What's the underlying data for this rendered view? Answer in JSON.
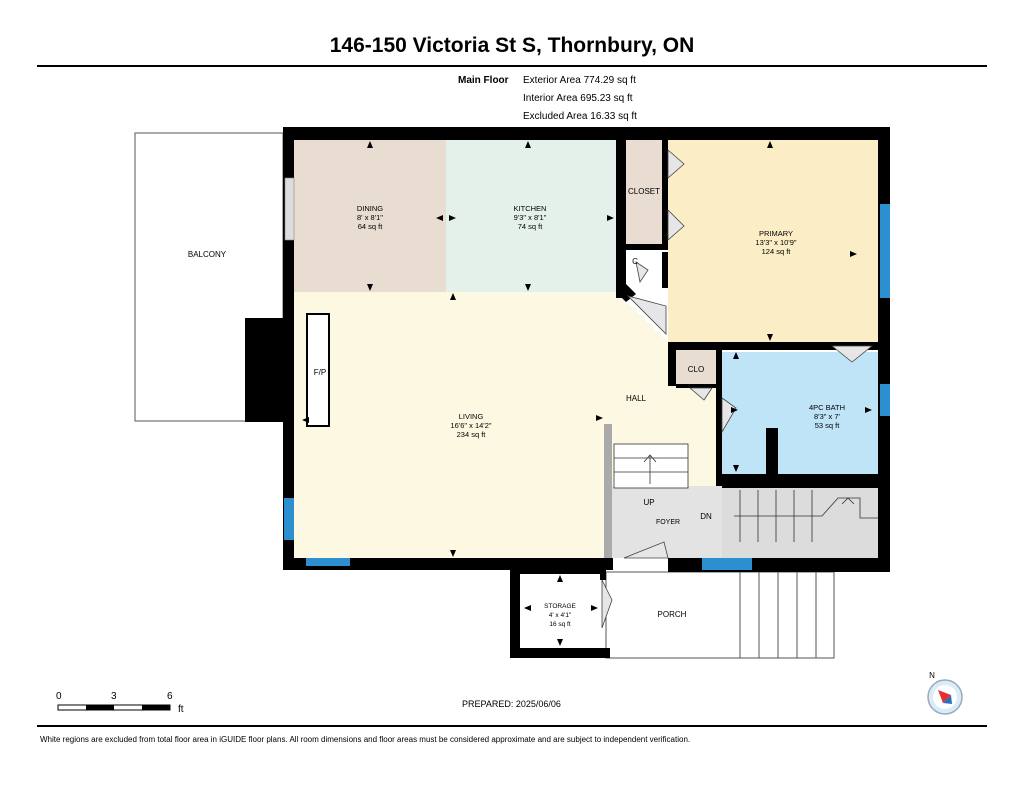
{
  "title": "146-150 Victoria St S, Thornbury, ON",
  "floor": {
    "name": "Main Floor",
    "areas": [
      "Exterior Area 774.29 sq ft",
      "Interior Area 695.23 sq ft",
      "Excluded Area 16.33 sq ft"
    ]
  },
  "rooms": {
    "dining": {
      "name": "DINING",
      "dims": "8' x 8'1\"",
      "area": "64 sq ft",
      "color": "#e8ddd0"
    },
    "kitchen": {
      "name": "KITCHEN",
      "dims": "9'3\" x 8'1\"",
      "area": "74 sq ft",
      "color": "#e4f1ea"
    },
    "primary": {
      "name": "PRIMARY",
      "dims": "13'3\" x 10'9\"",
      "area": "124 sq ft",
      "color": "#fbeec6"
    },
    "living": {
      "name": "LIVING",
      "dims": "16'6\" x 14'2\"",
      "area": "234 sq ft",
      "color": "#fdf8e2"
    },
    "bath": {
      "name": "4PC BATH",
      "dims": "8'3\" x 7'",
      "area": "53 sq ft",
      "color": "#bfe4f8"
    },
    "storage": {
      "name": "STORAGE",
      "dims": "4' x 4'1\"",
      "area": "16 sq ft",
      "color": "#ffffff"
    }
  },
  "labels": {
    "balcony": "BALCONY",
    "closet": "CLOSET",
    "c": "C",
    "clo": "CLO",
    "hall": "HALL",
    "fp": "F/P",
    "up": "UP",
    "dn": "DN",
    "foyer": "FOYER",
    "porch": "PORCH",
    "north": "N"
  },
  "scale": {
    "ticks": [
      "0",
      "3",
      "6"
    ],
    "unit": "ft"
  },
  "prepared": "PREPARED: 2025/06/06",
  "footer_note": "White regions are excluded from total floor area in iGUIDE floor plans. All room dimensions and floor areas must be considered approximate and are subject to independent verification.",
  "colors": {
    "wall": "#000000",
    "window": "#2b8fd0",
    "foyer": "#e3e3e3",
    "stair": "#dcdcdc"
  }
}
